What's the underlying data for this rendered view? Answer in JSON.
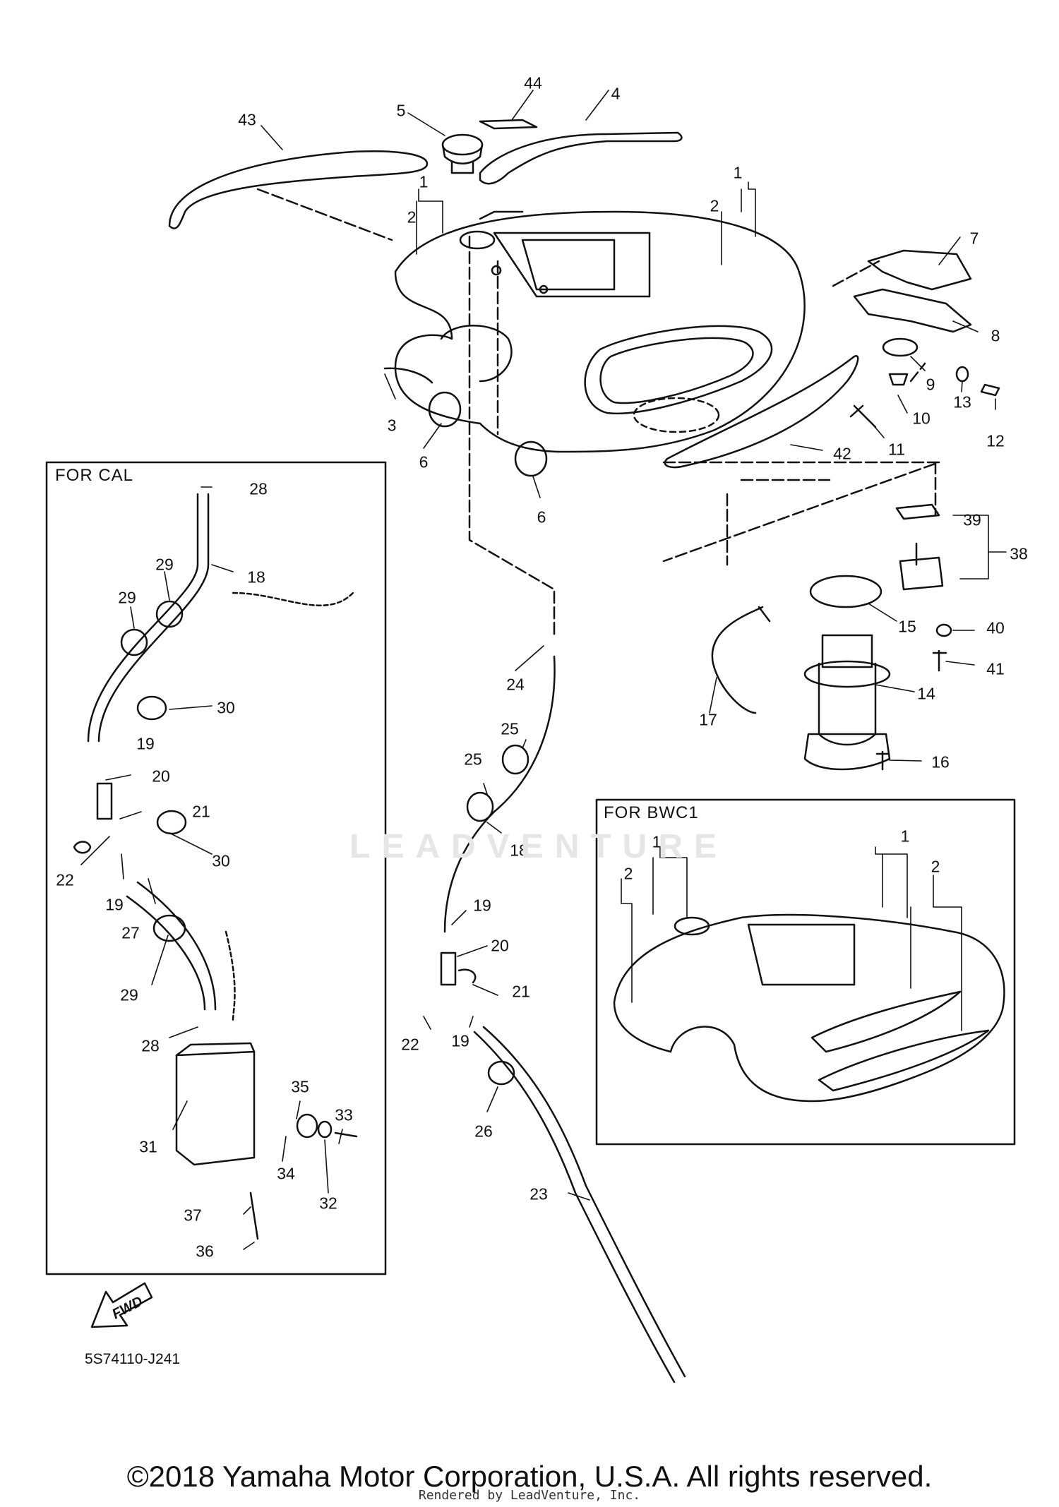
{
  "page": {
    "copyright": "©2018 Yamaha Motor Corporation, U.S.A. All rights reserved.",
    "rendered_by": "Rendered by LeadVenture, Inc.",
    "watermark": "LEADVENTURE",
    "diagram_code": "5S74110-J241",
    "fwd_label": "FWD"
  },
  "boxes": {
    "cal_label": "FOR CAL",
    "bwc_label": "FOR BWC1"
  },
  "callouts": [
    "44",
    "4",
    "5",
    "43",
    "1",
    "2",
    "1",
    "2",
    "7",
    "8",
    "9",
    "13",
    "12",
    "10",
    "11",
    "3",
    "6",
    "6",
    "42",
    "28",
    "18",
    "29",
    "29",
    "30",
    "19",
    "20",
    "21",
    "22",
    "19",
    "30",
    "27",
    "29",
    "28",
    "31",
    "35",
    "33",
    "34",
    "32",
    "37",
    "36",
    "39",
    "38",
    "15",
    "40",
    "41",
    "14",
    "17",
    "16",
    "24",
    "25",
    "25",
    "18",
    "19",
    "20",
    "21",
    "22",
    "19",
    "26",
    "23",
    "1",
    "1",
    "2",
    "2"
  ]
}
